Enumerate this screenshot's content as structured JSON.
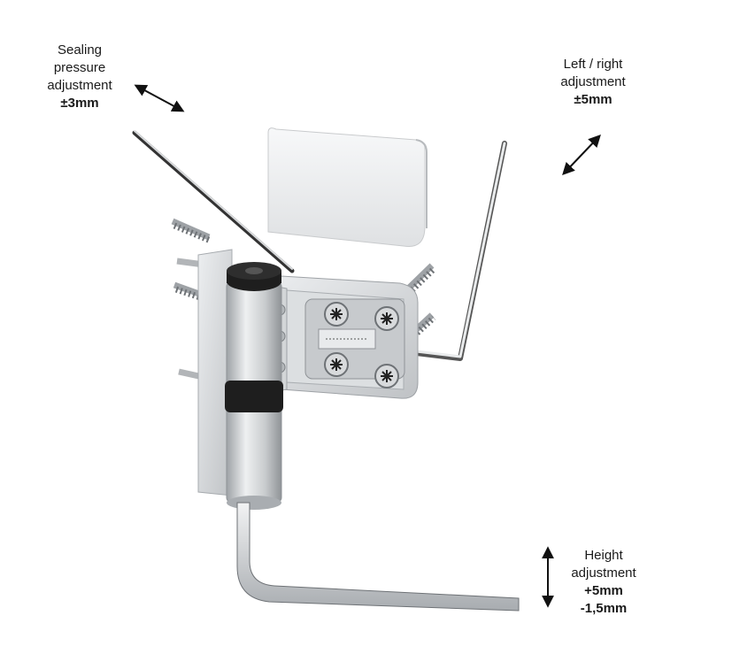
{
  "labels": {
    "sealing": {
      "line1": "Sealing",
      "line2": "pressure",
      "line3": "adjustment",
      "value": "±3mm"
    },
    "left_right": {
      "line1": "Left / right",
      "line2": "adjustment",
      "value": "±5mm"
    },
    "height": {
      "line1": "Height",
      "line2": "adjustment",
      "value1": "+5mm",
      "value2": "-1,5mm"
    }
  },
  "colors": {
    "arrow": "#111111",
    "metal_light": "#e6e8ea",
    "metal_mid": "#c3c6c9",
    "metal_dark": "#8e9296",
    "rubber": "#1e1e1e"
  }
}
